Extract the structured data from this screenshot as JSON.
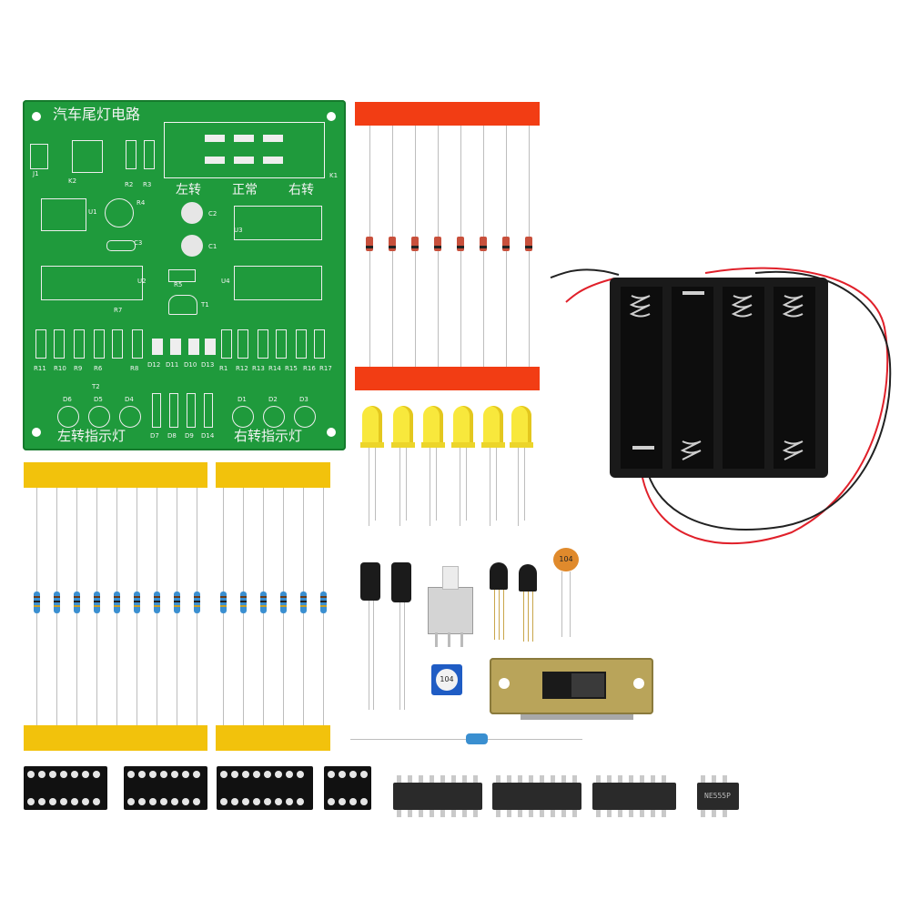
{
  "pcb": {
    "title": "汽车尾灯电路",
    "switch_labels": [
      "左转",
      "正常",
      "右转"
    ],
    "left_indicator": "左转指示灯",
    "right_indicator": "右转指示灯",
    "chip_marking": "U3",
    "ref_top": [
      "J1",
      "K2",
      "R2",
      "R3",
      "K1",
      "U1",
      "R4",
      "C2",
      "C3",
      "C1",
      "U2",
      "R5",
      "U4",
      "R7",
      "T1",
      "T2"
    ],
    "resistor_labels_left": [
      "R11",
      "R10",
      "R9",
      "R6",
      "R8"
    ],
    "diode_labels": [
      "D12",
      "D11",
      "D10",
      "D13"
    ],
    "resistor_labels_right": [
      "R1",
      "R12",
      "R13",
      "R14",
      "R15",
      "R16",
      "R17"
    ],
    "led_labels_left": [
      "D6",
      "D5",
      "D4"
    ],
    "led_labels_right": [
      "D1",
      "D2",
      "D3"
    ],
    "bottom_diode_labels": [
      "D7",
      "D8",
      "D9",
      "D14"
    ]
  },
  "parts": {
    "ceramic_cap_marking": "104",
    "trimpot_marking": "104",
    "ic_markings": [
      "",
      "",
      "",
      "NE555P"
    ]
  },
  "colors": {
    "pcb_green": "#1f9a3c",
    "tape_red": "#f23d14",
    "tape_yellow": "#f2c20c",
    "led_yellow": "#f8e83c",
    "resistor_blue": "#3a8fd0"
  }
}
